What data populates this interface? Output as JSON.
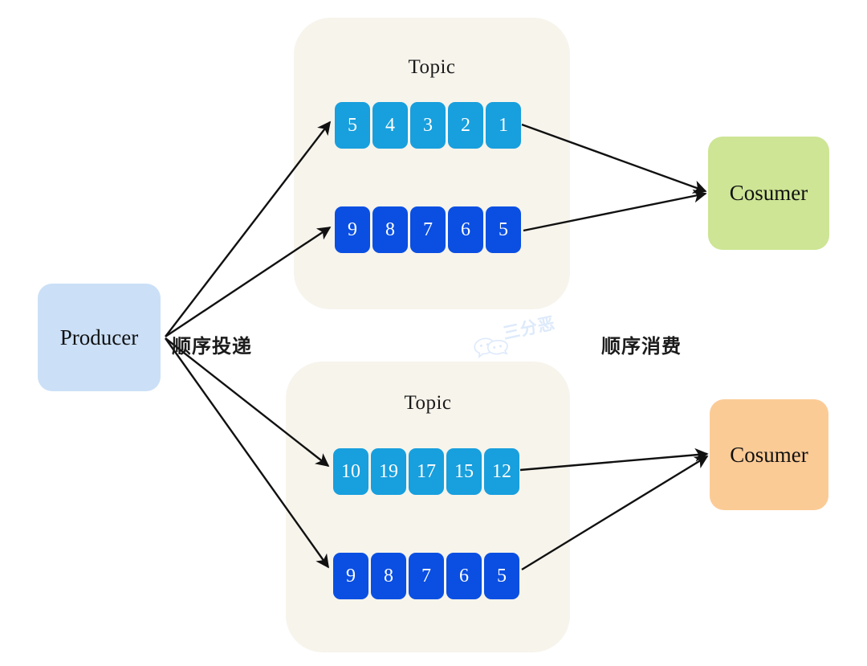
{
  "diagram": {
    "title_hidden": "Kafka ordered delivery and consumption",
    "watermark": {
      "text": "三分恶",
      "icon": "chat-bubbles-icon",
      "color": "#dce9fb"
    },
    "colors": {
      "topic_background": "#f7f4ec",
      "producer": "#cbe0f7",
      "consumer_top": "#cde594",
      "consumer_bottom": "#fbcb96",
      "message_light": "#189fdd",
      "message_dark": "#0a4fe2",
      "arrow": "#111111"
    }
  },
  "producer": {
    "label": "Producer"
  },
  "labels": {
    "ordered_send": "顺序投递",
    "ordered_consume": "顺序消费"
  },
  "topics": [
    {
      "title": "Topic",
      "partitions": [
        {
          "style": "light",
          "messages": [
            "5",
            "4",
            "3",
            "2",
            "1"
          ]
        },
        {
          "style": "dark",
          "messages": [
            "9",
            "8",
            "7",
            "6",
            "5"
          ]
        }
      ]
    },
    {
      "title": "Topic",
      "partitions": [
        {
          "style": "light",
          "messages": [
            "10",
            "19",
            "17",
            "15",
            "12"
          ]
        },
        {
          "style": "dark",
          "messages": [
            "9",
            "8",
            "7",
            "6",
            "5"
          ]
        }
      ]
    }
  ],
  "consumers": [
    {
      "label": "Cosumer",
      "color": "#cde594"
    },
    {
      "label": "Cosumer",
      "color": "#fbcb96"
    }
  ]
}
